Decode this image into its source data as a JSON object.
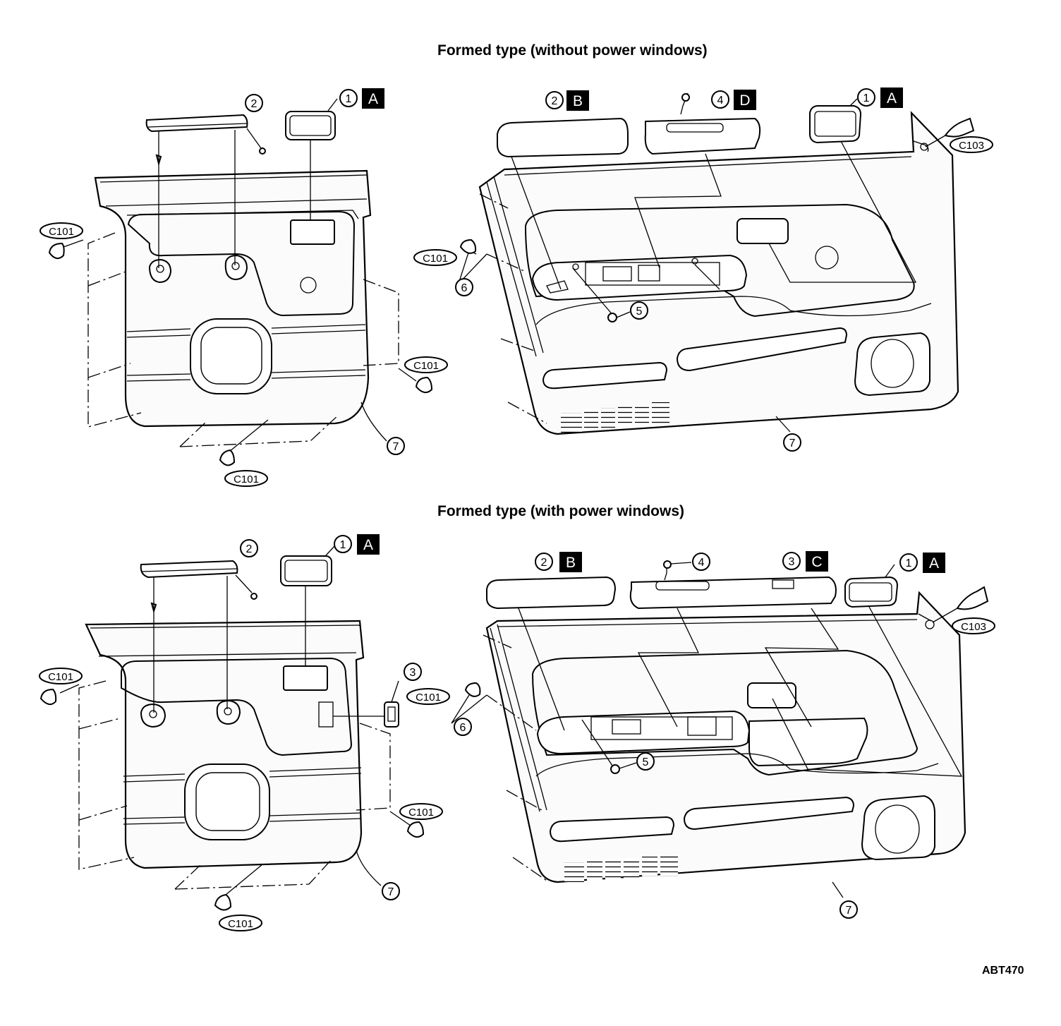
{
  "headings": {
    "top": "Formed type (without power windows)",
    "bottom": "Formed type (with power windows)"
  },
  "figure_id": "ABT470",
  "callout_numbers": {
    "n1": "1",
    "n2": "2",
    "n3": "3",
    "n4": "4",
    "n5": "5",
    "n6": "6",
    "n7": "7"
  },
  "letter_tags": {
    "A": "A",
    "B": "B",
    "C": "C",
    "D": "D"
  },
  "clip_labels": {
    "c101": "C101",
    "c103": "C103"
  },
  "colors": {
    "ink": "#000000",
    "paper": "#ffffff"
  }
}
